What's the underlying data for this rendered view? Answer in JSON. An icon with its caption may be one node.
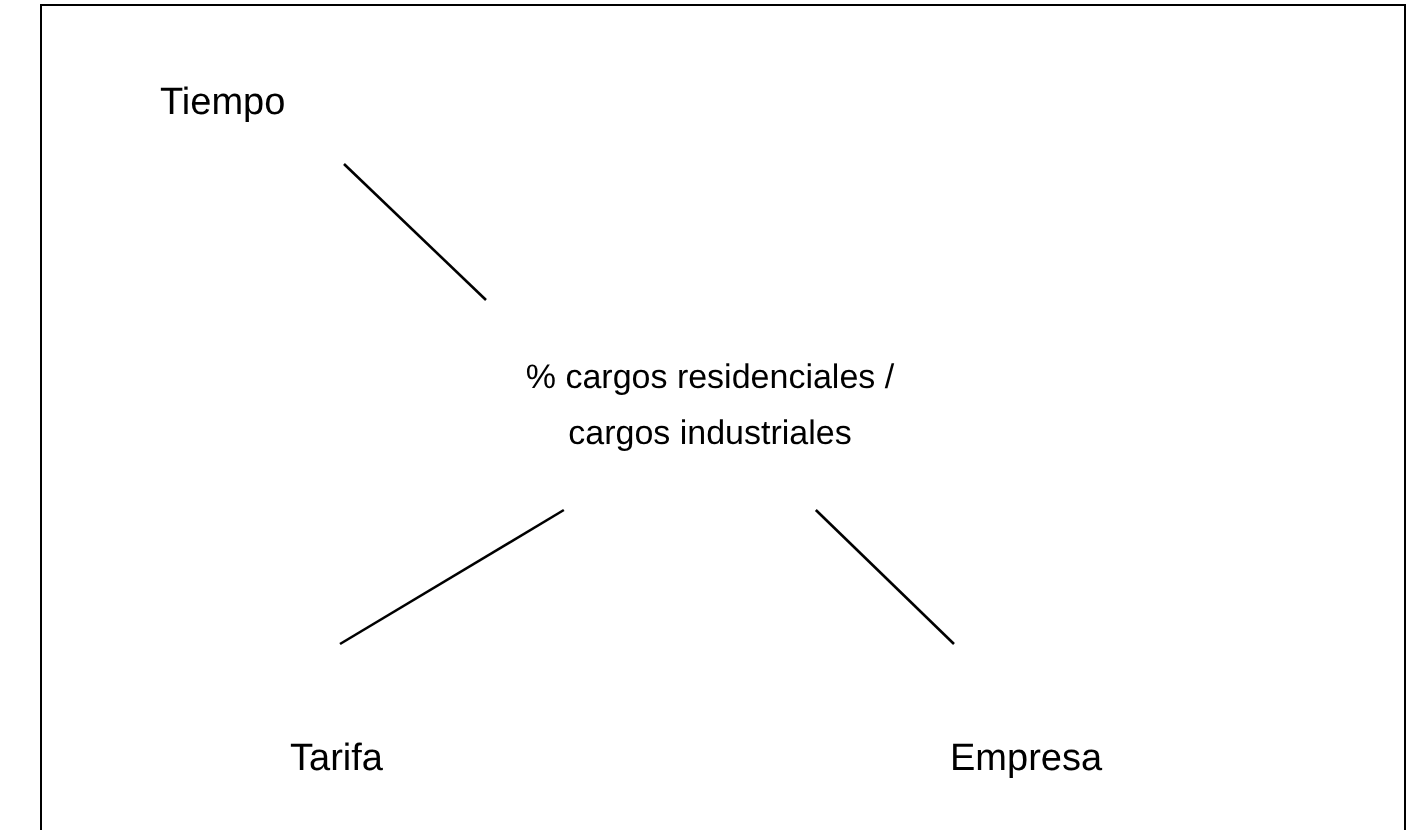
{
  "diagram": {
    "nodes": [
      {
        "text": [
          "Tiempo"
        ]
      },
      {
        "text": [
          "% cargos residenciales / cargos industriales"
        ]
      },
      {
        "text": [
          "Tarifa"
        ]
      },
      {
        "text": [
          "Empresa"
        ]
      }
    ],
    "edges": [
      {
        "from": 0,
        "to": 1,
        "arrow": "none"
      },
      {
        "from": 1,
        "to": 2,
        "arrow": "none"
      },
      {
        "from": 1,
        "to": 3,
        "arrow": "none"
      }
    ]
  }
}
